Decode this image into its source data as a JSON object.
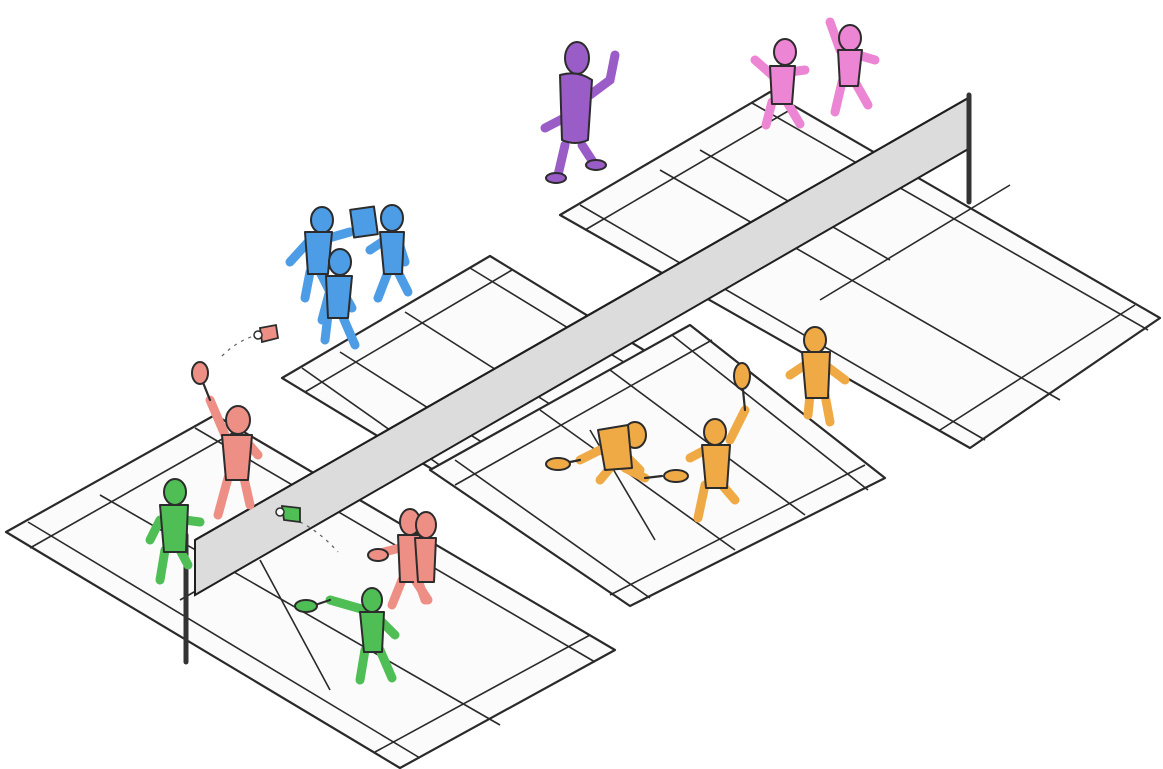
{
  "scene": {
    "colors": {
      "background": "#ffffff",
      "court_surface": "#fbfbfb",
      "court_lines": "#2a2a2a",
      "net": "#dcdcdc",
      "team_red": "#ee8f86",
      "team_green": "#4fbf55",
      "team_orange": "#f0aa45",
      "group_blue": "#4d9de6",
      "group_purple": "#9a5cc6",
      "group_pink": "#ec86d4"
    },
    "groups": [
      {
        "name": "red-players",
        "color_key": "team_red",
        "count": 3
      },
      {
        "name": "green-players",
        "color_key": "team_green",
        "count": 2
      },
      {
        "name": "orange-players",
        "color_key": "team_orange",
        "count": 3
      },
      {
        "name": "blue-spectators",
        "color_key": "group_blue",
        "count": 3
      },
      {
        "name": "purple-spectator",
        "color_key": "group_purple",
        "count": 1
      },
      {
        "name": "pink-spectators",
        "color_key": "group_pink",
        "count": 2
      }
    ],
    "courts": 4,
    "nets": 1,
    "shuttlecocks": 2
  }
}
